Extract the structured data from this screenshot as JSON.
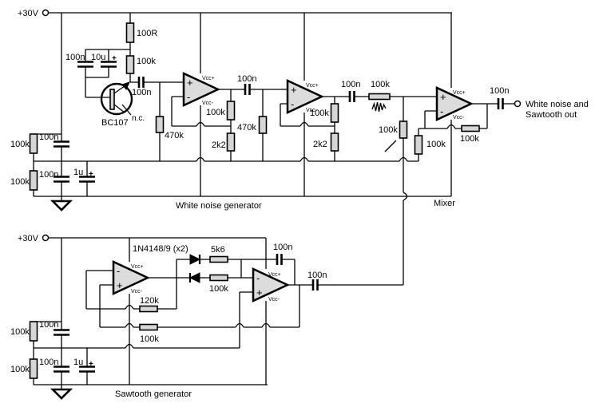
{
  "schematic": {
    "sections": {
      "white_noise": "White noise generator",
      "mixer": "Mixer",
      "sawtooth": "Sawtooth generator"
    },
    "power": {
      "top": "+30V",
      "bottom": "+30V"
    },
    "output": {
      "line1": "White noise and",
      "line2": "Sawtooth out"
    },
    "transistor": {
      "part": "BC107",
      "collector_note": "n.c."
    },
    "diode_label": "1N4148/9 (x2)",
    "opamp_pins": {
      "noninv": "+",
      "inv": "-",
      "vcc_plus": "Vcc+",
      "vcc_minus": "Vcc-"
    },
    "values": {
      "r100R": "100R",
      "r100k": "100k",
      "r470k": "470k",
      "r2k2": "2k2",
      "r120k": "120k",
      "r5k6": "5k6",
      "c100n": "100n",
      "c10u": "10u",
      "c1u": "1u",
      "polarity_plus": "+"
    }
  }
}
